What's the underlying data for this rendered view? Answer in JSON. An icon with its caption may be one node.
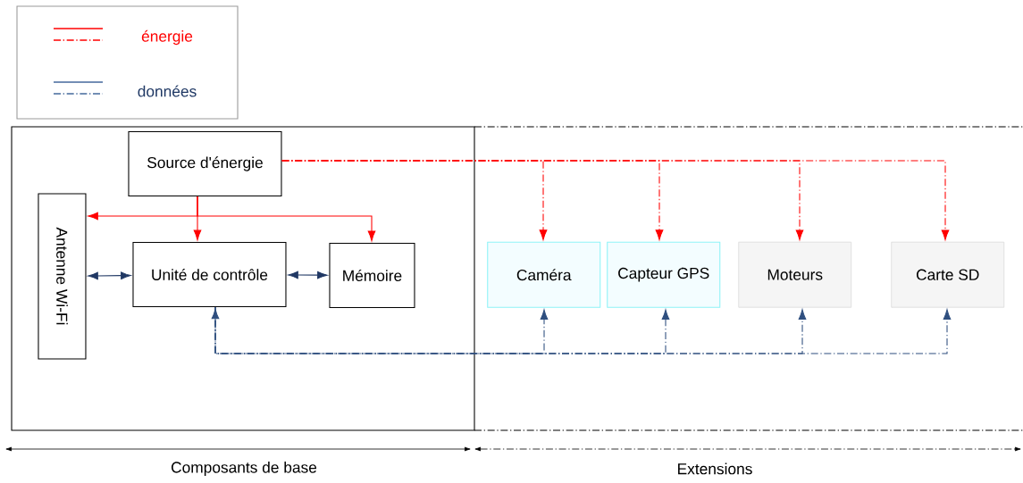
{
  "diagram": {
    "nodes": [
      {
        "text": [
          "Composants de base"
        ]
      },
      {
        "text": [
          "Source d'énergie"
        ],
        "in": 0
      },
      {
        "text": [
          "Antenne Wi-Fi"
        ],
        "in": 0
      },
      {
        "text": [
          "Unité de contrôle"
        ],
        "in": 0
      },
      {
        "text": [
          "Mémoire"
        ],
        "in": 0
      },
      {
        "text": [
          "Extensions"
        ]
      },
      {
        "text": [
          "Caméra"
        ],
        "in": 5
      },
      {
        "text": [
          "Capteur GPS"
        ],
        "in": 5
      },
      {
        "text": [
          "Moteurs"
        ],
        "in": 5
      },
      {
        "text": [
          "Carte SD"
        ],
        "in": 5
      }
    ],
    "edges": [
      {
        "from": 1,
        "to": 3,
        "arrow": "to",
        "color": "#ff0000"
      },
      {
        "from": 1,
        "to": 2,
        "arrow": "to",
        "color": "#ff0000"
      },
      {
        "from": 1,
        "to": 4,
        "arrow": "to",
        "color": "#ff0000"
      },
      {
        "from": 2,
        "to": 3,
        "arrow": "both",
        "color": "#203864"
      },
      {
        "from": 3,
        "to": 4,
        "arrow": "both",
        "color": "#203864"
      },
      {
        "from": 1,
        "to": 6,
        "arrow": "to",
        "style": "dashed",
        "color": "#ff0000"
      },
      {
        "from": 1,
        "to": 7,
        "arrow": "to",
        "style": "dashed",
        "color": "#ff0000"
      },
      {
        "from": 1,
        "to": 8,
        "arrow": "to",
        "style": "dashed",
        "color": "#ff0000"
      },
      {
        "from": 1,
        "to": 9,
        "arrow": "to",
        "style": "dashed",
        "color": "#ff0000"
      },
      {
        "from": 3,
        "to": 6,
        "arrow": "both",
        "style": "dashed",
        "color": "#2f4f7f"
      },
      {
        "from": 3,
        "to": 7,
        "arrow": "to",
        "style": "dashed",
        "color": "#2f4f7f"
      },
      {
        "from": 3,
        "to": 8,
        "arrow": "to",
        "style": "dashed",
        "color": "#2f4f7f"
      },
      {
        "from": 3,
        "to": 9,
        "arrow": "to",
        "style": "dashed",
        "color": "#2f4f7f"
      }
    ],
    "legend": [
      {
        "text": "énergie"
      },
      {
        "text": "données"
      }
    ]
  }
}
